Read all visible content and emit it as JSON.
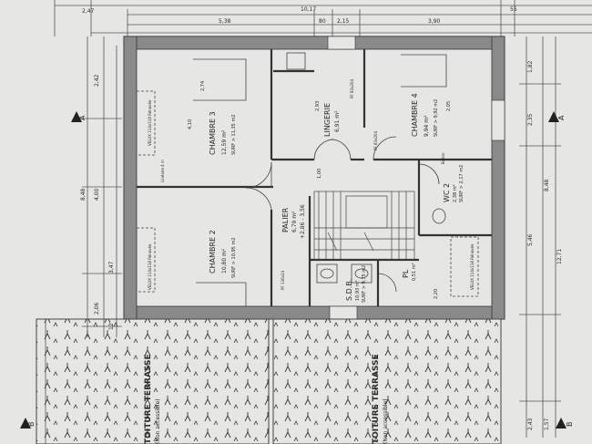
{
  "rooms": {
    "chambre3": {
      "name": "CHAMBRE 3",
      "area": "12,59 m²",
      "detail": "SURF > 11,35 m2"
    },
    "chambre2": {
      "name": "CHAMBRE 2",
      "area": "10,80 m²",
      "detail": "SURF > 10,95 m2"
    },
    "chambre4": {
      "name": "CHAMBRE 4",
      "area": "9,94 m²",
      "detail": "SURF > 9,92 m2"
    },
    "lingerie": {
      "name": "LINGERIE",
      "area": "6,91 m²"
    },
    "palier": {
      "name": "PALIER",
      "area": "6,79 m²",
      "detail": "+2,86 - 3,56"
    },
    "wc2": {
      "name": "WC 2",
      "area": "2,38 m²",
      "detail": "SURF > 2,17 m2"
    },
    "sdb": {
      "name": "S.D.B.",
      "area": "10,93 m²",
      "detail": "SURF > 9,75 m2"
    },
    "pl": {
      "name": "PL",
      "area": "0,51 m²"
    }
  },
  "terraces": {
    "left": {
      "label": "TOITURE TERRASSE",
      "sub": "(Non accessible)"
    },
    "right": {
      "label": "TOITURE TERRASSE",
      "sub": "(Non accessible)"
    }
  },
  "section_markers": {
    "a_top": "A",
    "a_right": "A",
    "b_bottom": "B",
    "b_left": "B"
  },
  "dimensions_top": [
    "2,47",
    "10,17",
    "5,38",
    "55",
    "80",
    "2,15",
    "3,90"
  ],
  "dimensions_left": [
    "2,42",
    "8,48",
    "4,00",
    "2,06",
    "3,47",
    "12"
  ],
  "dimensions_right": [
    "1,82",
    "2,35",
    "5,46",
    "8,48",
    "12,71",
    "2,43",
    "1,57"
  ],
  "room_heights": [
    "2,74",
    "4,10",
    "2,93",
    "2,05",
    "1,00",
    "2,20"
  ],
  "equipment": {
    "vmc1": "VELUX 114x118 Rénovée",
    "vmc2": "VELUX 114x118 Rénovée",
    "vmc3": "VELUX 114x118 Rénovée",
    "pf_left": "PF 136x24",
    "pf_lingerie": "PF 83x204",
    "pf_lingerie2": "PF 83x204",
    "linear": "Linéaire 4 m",
    "ballon": "Ballon"
  }
}
